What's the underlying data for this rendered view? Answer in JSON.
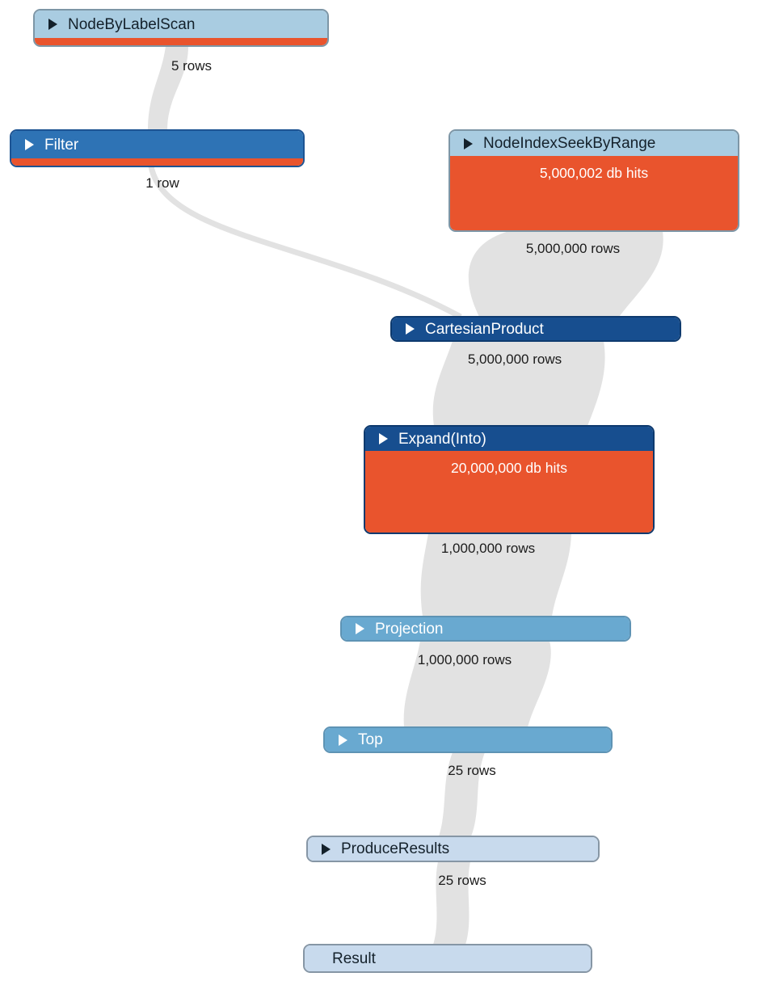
{
  "diagram": {
    "kind": "neo4j-query-plan",
    "colors": {
      "orange": "#e9542d",
      "navy": "#174e8f",
      "blue": "#2e73b5",
      "medium_blue": "#69a9d0",
      "light_blue": "#a9cce1",
      "pale_blue": "#c8daed",
      "ribbon_gray": "#e2e2e2"
    },
    "nodes": [
      {
        "id": "node-by-label-scan",
        "label": "NodeByLabelScan",
        "variant": "light",
        "has_play_icon": true,
        "has_db_hits_stripe": true,
        "rows_out": "5 rows"
      },
      {
        "id": "filter",
        "label": "Filter",
        "variant": "blue",
        "has_play_icon": true,
        "has_db_hits_stripe": true,
        "rows_out": "1 row"
      },
      {
        "id": "node-index-seek-by-range",
        "label": "NodeIndexSeekByRange",
        "variant": "light",
        "has_play_icon": true,
        "db_hits": "5,000,002 db hits",
        "rows_out": "5,000,000 rows"
      },
      {
        "id": "cartesian-product",
        "label": "CartesianProduct",
        "variant": "navy",
        "has_play_icon": true,
        "rows_out": "5,000,000 rows"
      },
      {
        "id": "expand-into",
        "label": "Expand(Into)",
        "variant": "navy",
        "has_play_icon": true,
        "db_hits": "20,000,000 db hits",
        "rows_out": "1,000,000 rows"
      },
      {
        "id": "projection",
        "label": "Projection",
        "variant": "medium",
        "has_play_icon": true,
        "rows_out": "1,000,000 rows"
      },
      {
        "id": "top",
        "label": "Top",
        "variant": "medium",
        "has_play_icon": true,
        "rows_out": "25 rows"
      },
      {
        "id": "produce-results",
        "label": "ProduceResults",
        "variant": "pale",
        "has_play_icon": true,
        "rows_out": "25 rows"
      },
      {
        "id": "result",
        "label": "Result",
        "variant": "pale",
        "has_play_icon": false
      }
    ],
    "links": [
      {
        "from": "node-by-label-scan",
        "to": "filter",
        "rows": "5 rows"
      },
      {
        "from": "filter",
        "to": "cartesian-product",
        "rows": "1 row"
      },
      {
        "from": "node-index-seek-by-range",
        "to": "cartesian-product",
        "rows": "5,000,000 rows"
      },
      {
        "from": "cartesian-product",
        "to": "expand-into",
        "rows": "5,000,000 rows"
      },
      {
        "from": "expand-into",
        "to": "projection",
        "rows": "1,000,000 rows"
      },
      {
        "from": "projection",
        "to": "top",
        "rows": "1,000,000 rows"
      },
      {
        "from": "top",
        "to": "produce-results",
        "rows": "25 rows"
      },
      {
        "from": "produce-results",
        "to": "result",
        "rows": "25 rows"
      }
    ]
  }
}
